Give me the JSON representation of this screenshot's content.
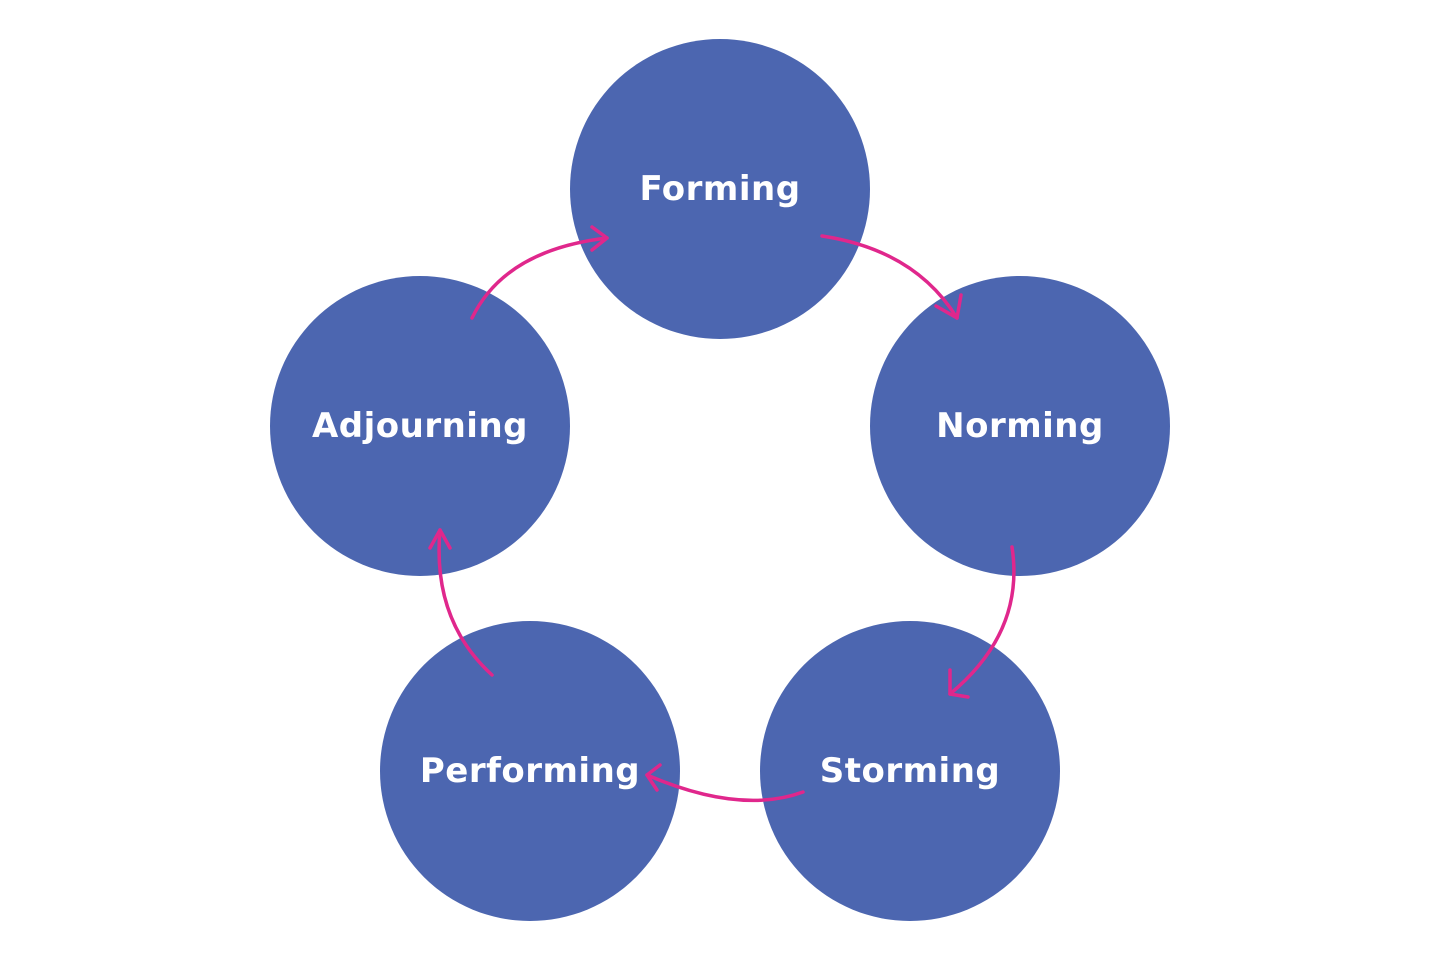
{
  "diagram": {
    "colors": {
      "node_fill": "#4C66B0",
      "node_text": "#FFFFFF",
      "arrow": "#E0278C",
      "background": "#FFFFFF"
    },
    "stages": [
      {
        "id": "forming",
        "label": "Forming"
      },
      {
        "id": "norming",
        "label": "Norming"
      },
      {
        "id": "storming",
        "label": "Storming"
      },
      {
        "id": "performing",
        "label": "Performing"
      },
      {
        "id": "adjourning",
        "label": "Adjourning"
      }
    ],
    "connections": [
      {
        "from": "forming",
        "to": "norming"
      },
      {
        "from": "norming",
        "to": "storming"
      },
      {
        "from": "storming",
        "to": "performing"
      },
      {
        "from": "performing",
        "to": "adjourning"
      },
      {
        "from": "adjourning",
        "to": "forming"
      }
    ]
  }
}
